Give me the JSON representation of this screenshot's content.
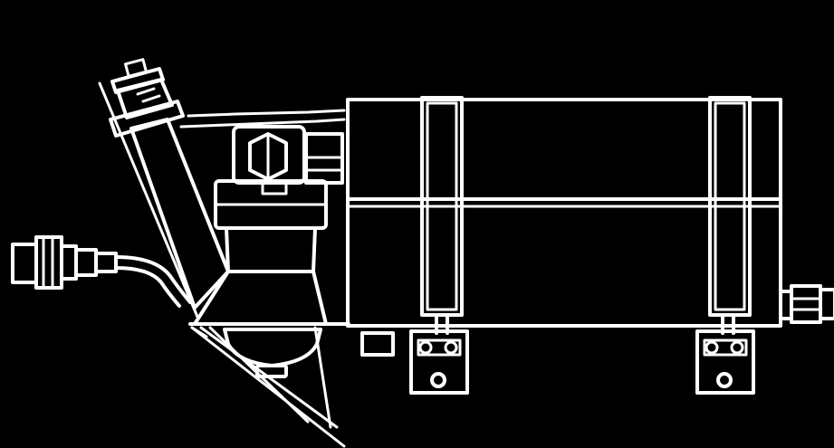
{
  "diagram": {
    "background": "#000000",
    "line_color": "#ffffff",
    "style": "white line drawing on black background",
    "components": [
      "tank",
      "mounting-strap",
      "mounting-bracket",
      "filler-neck",
      "fuel-pump",
      "hex-fitting",
      "filter-bowl",
      "inlet-connector",
      "outlet-connector",
      "support-frame"
    ]
  }
}
